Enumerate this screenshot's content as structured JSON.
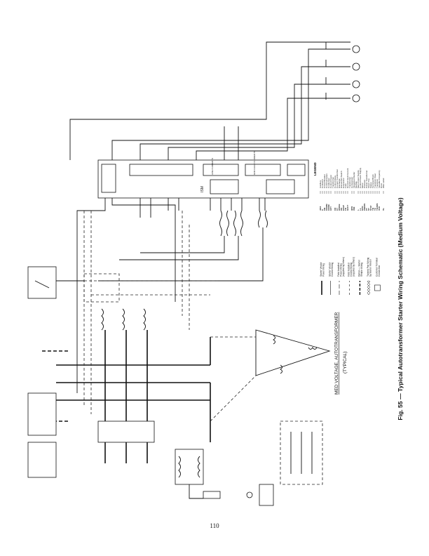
{
  "page_number": "110",
  "caption": "Fig. 55 — Typical Autotransformer Starter Wiring Schematic (Medium Voltage)",
  "diagram_label": {
    "title": "MED VOLTAGE, AUTOTRANSFORMER",
    "subtitle": "(TYPICAL)"
  },
  "schematic_labels": {
    "ism": "ISM",
    "line_currents": "LINE CURRENTS",
    "gnd_fault_currents": "GND FAULT CURRENTS"
  },
  "legend": {
    "title": "LEGEND",
    "entries": [
      {
        "abbr": "AUX",
        "desc": [
          "Auxiliary"
        ]
      },
      {
        "abbr": "C",
        "desc": [
          "Contactor"
        ]
      },
      {
        "abbr": "CB",
        "desc": [
          "Circuit Breaker"
        ]
      },
      {
        "abbr": "COMM",
        "desc": [
          "Communication"
        ]
      },
      {
        "abbr": "COND",
        "desc": [
          "Condenser"
        ]
      },
      {
        "abbr": "CPT",
        "desc": [
          "Control Power",
          "Transformer"
        ]
      },
      {
        "abbr": "CR",
        "desc": [
          "Control Relay"
        ]
      },
      {
        "abbr": "CT",
        "desc": [
          "Current Transformer"
        ]
      },
      {
        "abbr": "DISCH",
        "desc": [
          "Discharge"
        ]
      },
      {
        "abbr": "DS",
        "desc": [
          "Disconnect Switch"
        ]
      },
      {
        "abbr": "EVAP",
        "desc": [
          "Evaporator"
        ]
      },
      {
        "abbr": "FU",
        "desc": [
          "Fuse"
        ]
      },
      {
        "abbr": "GFCT",
        "desc": [
          "Ground Fault Current",
          "Transformer"
        ]
      },
      {
        "abbr": "HPR",
        "desc": [
          "Horsepower"
        ]
      },
      {
        "abbr": "ISM",
        "desc": [
          "Integrated Starter",
          "Module"
        ]
      },
      {
        "abbr": "L",
        "desc": [
          "Main Power Supply"
        ]
      },
      {
        "abbr": "LL",
        "desc": [
          "Control Power Supply"
        ]
      },
      {
        "abbr": "MTR",
        "desc": [
          "Motor"
        ]
      },
      {
        "abbr": "PRESS",
        "desc": [
          "Pressure"
        ]
      },
      {
        "abbr": "PT",
        "desc": [
          "Power Transformer"
        ]
      },
      {
        "abbr": "ST",
        "desc": [
          "Shunt Trip"
        ]
      },
      {
        "abbr": "STAT",
        "desc": [
          "Status"
        ]
      },
      {
        "abbr": "TB",
        "desc": [
          "Terminal Block"
        ]
      },
      {
        "abbr": "TC",
        "desc": [
          "Transition Clear"
        ]
      },
      {
        "abbr": "TRANS",
        "desc": [
          "Transition"
        ]
      },
      {
        "abbr": "VFD",
        "desc": [
          "Variable Frequency",
          "Drive"
        ]
      },
      {
        "abbr": "VL",
        "desc": [
          "Wire Label"
        ]
      }
    ],
    "line_types": [
      {
        "style": "thick-solid",
        "desc": [
          "Starter Vendor",
          "Power Wiring"
        ]
      },
      {
        "style": "thin-solid",
        "desc": [
          "Starter Vendor",
          "Control Wiring"
        ]
      },
      {
        "style": "long-dash",
        "desc": [
          "Field Installed",
          "Power Wiring",
          "(supplied by others)"
        ]
      },
      {
        "style": "short-dash",
        "desc": [
          "Field Installed",
          "Control Wiring",
          "(supplied by others)"
        ]
      },
      {
        "style": "bold-dash",
        "desc": [
          "Option — Starter",
          "Vendor Wiring"
        ]
      },
      {
        "style": "twisted-pair",
        "desc": [
          "Twisted Pair Wiring",
          "by Starter Vendor"
        ]
      },
      {
        "style": "square",
        "desc": [
          "Customer Terminal",
          "Connection"
        ]
      }
    ]
  }
}
